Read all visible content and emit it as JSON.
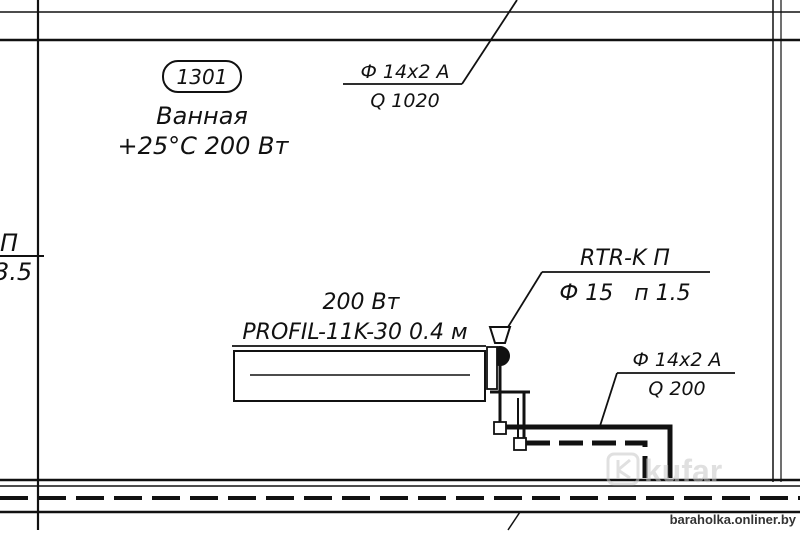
{
  "colors": {
    "ink": "#111111",
    "paper": "#ffffff",
    "watermark": "#c8c8c8"
  },
  "room": {
    "number": "1301",
    "name": "Ванная",
    "heat": "+25°C 200 Вт"
  },
  "left_cut": {
    "letter": "П",
    "value": "3.5"
  },
  "pipe_top": {
    "line1": "Ф 14x2 А",
    "line2": "Q 1020"
  },
  "valve": {
    "line1": "RTR-K П",
    "line2": "Ф 15   п 1.5"
  },
  "pipe_right": {
    "line1": "Ф 14x2 А",
    "line2": "Q 200"
  },
  "radiator": {
    "line1": "200 Вт",
    "line2": "PROFIL-11K-30 0.4 м"
  },
  "watermark": {
    "icon": "kufar-logo-icon",
    "brand": "kufar",
    "source": "baraholka.onliner.by"
  }
}
